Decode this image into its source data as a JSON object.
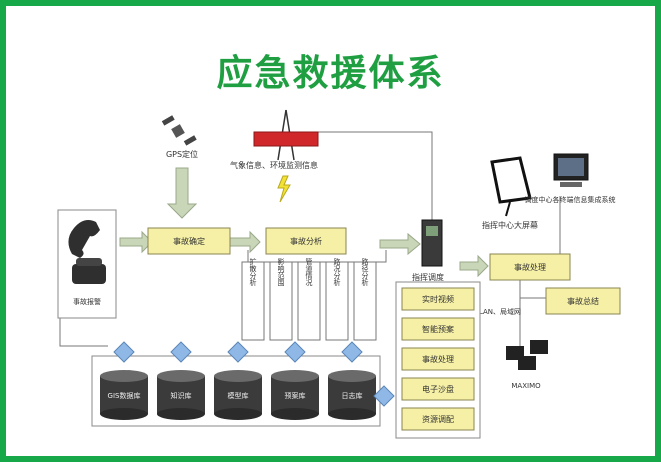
{
  "title": "应急救援体系",
  "colors": {
    "border": "#17a84a",
    "title": "#1f9f41",
    "box_fill": "#f6f0a6",
    "arrow": "#c9d6b8",
    "tower": "#d0282a",
    "diamond": "#8fb8e6"
  },
  "labels": {
    "gps": "GPS定位",
    "alarm": "事故报警",
    "confirm": "事故确定",
    "analysis": "事故分析",
    "weather": "气象信息、环境监测信息",
    "dispatch": "指挥调度",
    "command_center": "指挥中心大屏幕",
    "handling": "事故处理",
    "summary": "事故总结",
    "integrated": "调度中心各终端信息集成系统",
    "lan": "LAN、局域网",
    "maximo": "MAXIMO"
  },
  "analysis_columns": [
    "扩散分析",
    "影响范围",
    "管道情况",
    "路况分析",
    "路径分析"
  ],
  "databases": [
    "GIS数据库",
    "知识库",
    "模型库",
    "预案库",
    "日志库"
  ],
  "action_boxes": [
    "实时视频",
    "智能预案",
    "事故处理",
    "电子沙盘",
    "资源调配"
  ]
}
